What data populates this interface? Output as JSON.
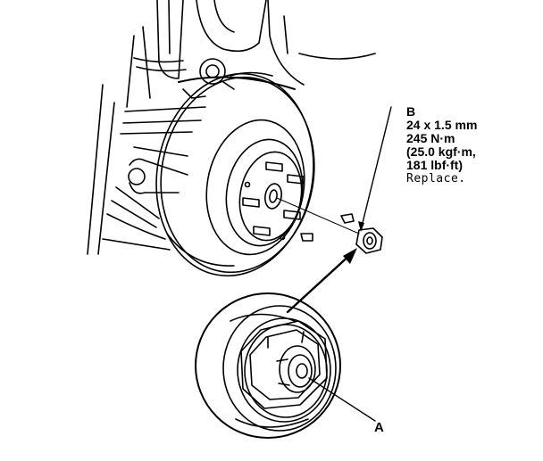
{
  "callouts": {
    "b": {
      "letter": "B",
      "size": "24 x 1.5 mm",
      "torque_nm": "245 N·m",
      "torque_kgf": "(25.0 kgf·m,",
      "torque_lbf": "181 lbf·ft)",
      "note": "Replace."
    },
    "a": {
      "letter": "A"
    }
  }
}
